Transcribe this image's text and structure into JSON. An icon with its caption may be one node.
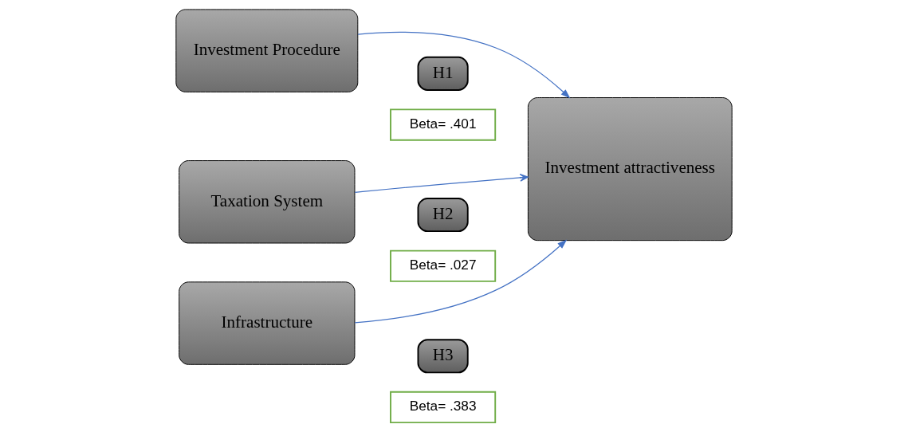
{
  "diagram": {
    "nodes": [
      {
        "text": [
          "Investment Procedure"
        ]
      },
      {
        "text": [
          "Taxation System"
        ]
      },
      {
        "text": [
          "Infrastructure"
        ]
      },
      {
        "text": [
          "Investment attractiveness"
        ]
      },
      {
        "text": [
          "H1"
        ]
      },
      {
        "text": [
          "Beta= .401"
        ]
      },
      {
        "text": [
          "H2"
        ]
      },
      {
        "text": [
          "Beta= .027"
        ]
      },
      {
        "text": [
          "H3"
        ]
      },
      {
        "text": [
          "Beta= .383"
        ]
      }
    ],
    "edges": [
      {
        "from": 0,
        "to": 3,
        "arrow": "to"
      },
      {
        "from": 1,
        "to": 3,
        "arrow": "to"
      },
      {
        "from": 2,
        "to": 3,
        "arrow": "to"
      }
    ]
  }
}
